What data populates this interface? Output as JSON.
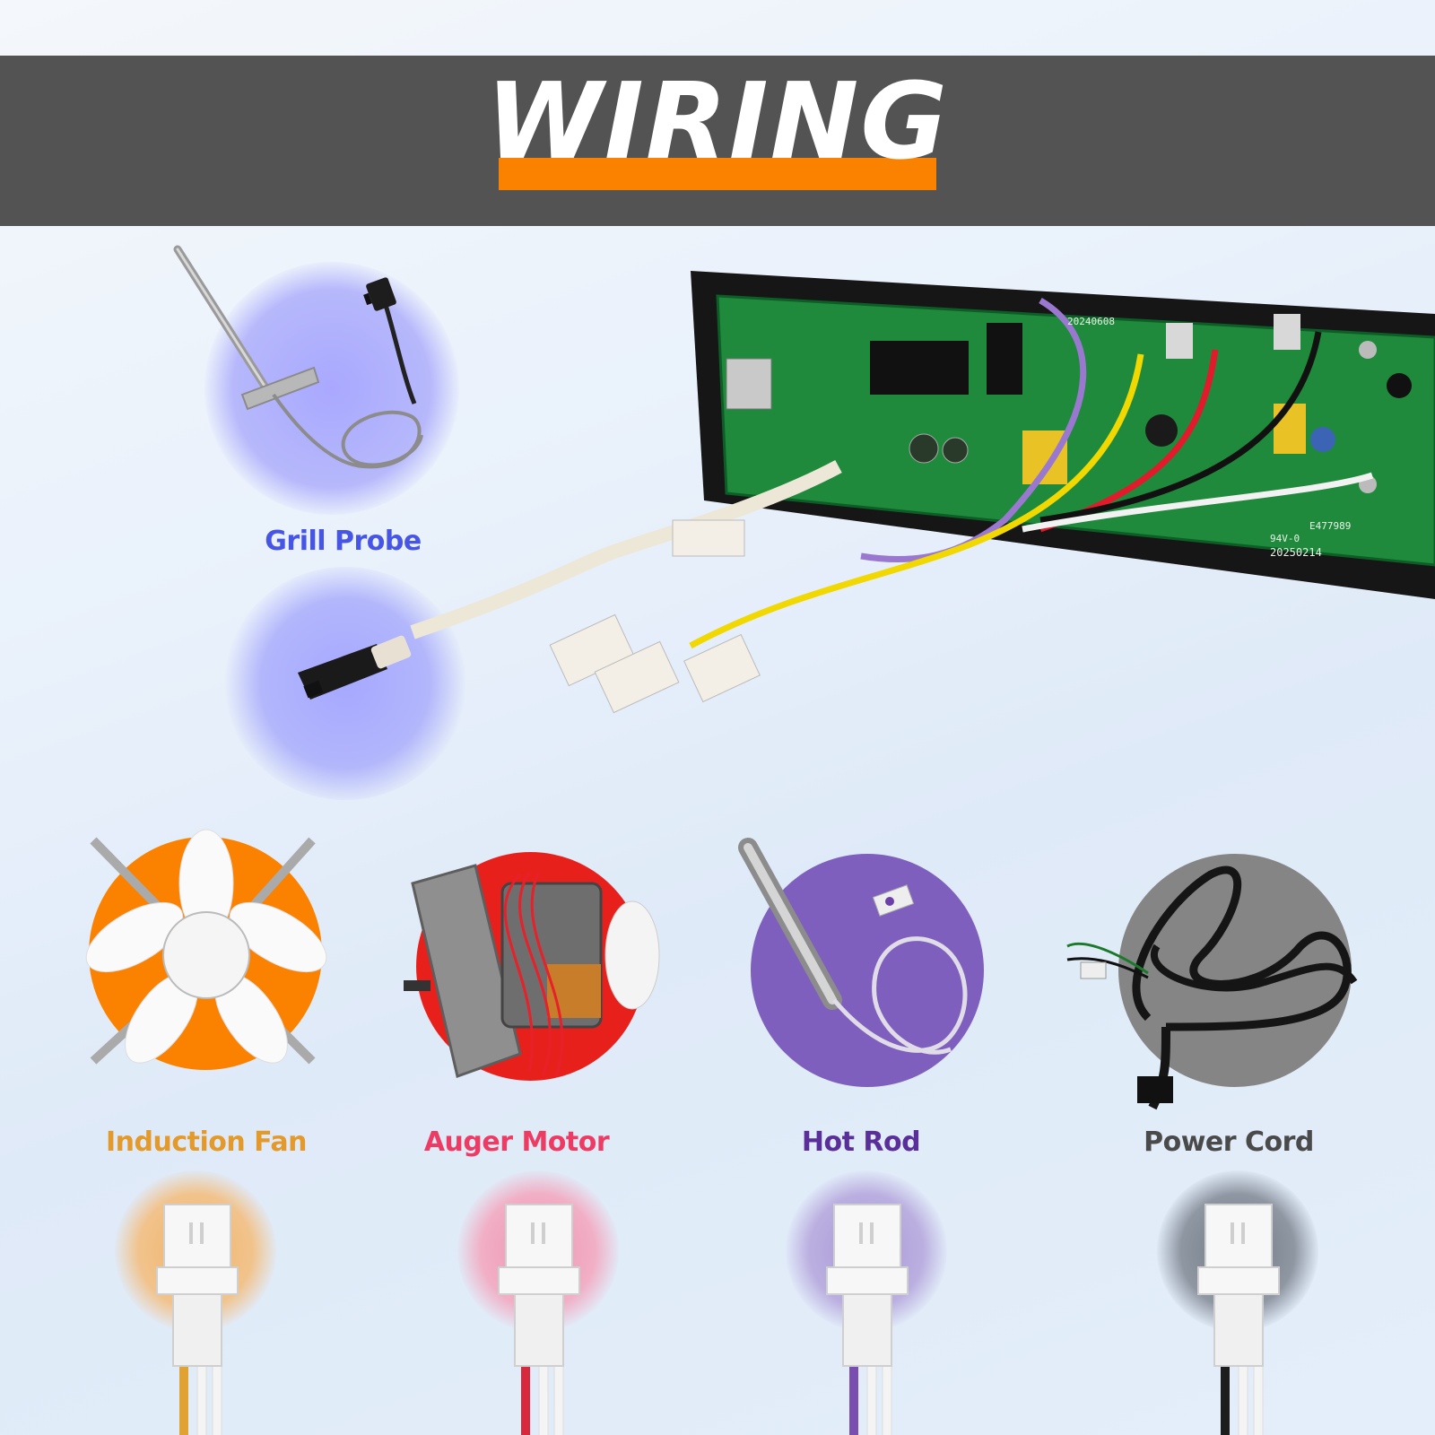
{
  "banner": {
    "title": "WIRING"
  },
  "colors": {
    "banner_bg": "#535353",
    "accent": "#fb8200",
    "grill_probe": "#4655e6",
    "induction_fan": "#e49a2a",
    "auger_motor": "#ee3b63",
    "hot_rod": "#5b2f9a",
    "power_cord": "#4a4a4a",
    "pcb_green": "#1f8a3c"
  },
  "probe": {
    "label": "Grill Probe"
  },
  "board": {
    "markings": [
      "20240608",
      "E477989",
      "94V-0",
      "20250214"
    ]
  },
  "components": [
    {
      "label": "Induction Fan",
      "icon": "induction-fan-icon",
      "circle_color": "#fb8200",
      "wire_color": "#e0a232"
    },
    {
      "label": "Auger Motor",
      "icon": "auger-motor-icon",
      "circle_color": "#e8201b",
      "wire_color": "#d7283d"
    },
    {
      "label": "Hot Rod",
      "icon": "hot-rod-icon",
      "circle_color": "#7f5fbe",
      "wire_color": "#7a4db0"
    },
    {
      "label": "Power Cord",
      "icon": "power-cord-icon",
      "circle_color": "#858585",
      "wire_color": "#1d1d1d"
    }
  ]
}
